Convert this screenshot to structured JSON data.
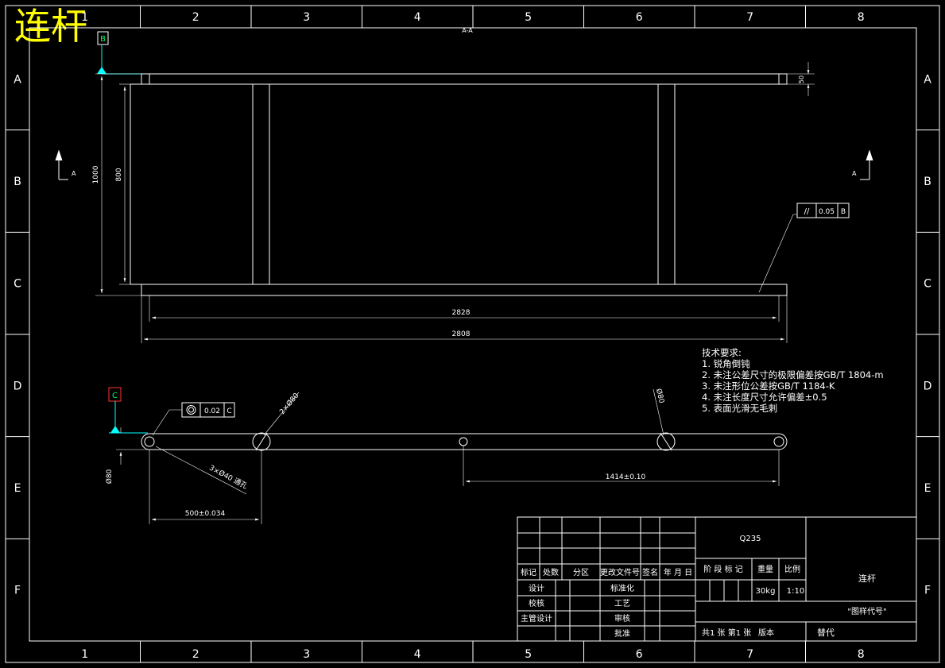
{
  "sheet_title": "连杆",
  "grid": {
    "columns": [
      "1",
      "2",
      "3",
      "4",
      "5",
      "6",
      "7",
      "8"
    ],
    "rows": [
      "A",
      "B",
      "C",
      "D",
      "E",
      "F"
    ]
  },
  "view_label": "A-A",
  "datums": {
    "b": "B",
    "c": "C"
  },
  "section_marks": {
    "left": "A",
    "right": "A"
  },
  "top_view": {
    "dim_height_total": "1000",
    "dim_height_inner": "800",
    "dim_thickness": "50",
    "dim_len_inner": "2828",
    "dim_len_total": "2808",
    "tolerance_symbol": "//",
    "tolerance_value": "0.05",
    "tolerance_datum": "B"
  },
  "bottom_view": {
    "concentric_value": "0.02",
    "concentric_datum": "C",
    "dim_holes_2": "2×Ø80",
    "dim_hole_right": "Ø80",
    "dim_holes_3": "3×Ø40 通孔",
    "dim_left_dia": "Ø80",
    "dim_spacing": "500±0.034",
    "dim_span": "1414±0.10"
  },
  "tech_notes": {
    "heading": "技术要求:",
    "items": [
      "1. 锐角倒钝",
      "2. 未注公差尺寸的极限偏差按GB/T 1804-m",
      "3. 未注形位公差按GB/T 1184-K",
      "4. 未注长度尺寸允许偏差±0.5",
      "5. 表面光滑无毛刺"
    ]
  },
  "title_block": {
    "material": "Q235",
    "rev_headers": [
      "标记",
      "处数",
      "分区",
      "更改文件号",
      "签名",
      "年 月 日"
    ],
    "sign_rows": [
      "设计",
      "校核",
      "主管设计"
    ],
    "std_rows": [
      "标准化",
      "工艺",
      "审核",
      "批准"
    ],
    "stage_label": "阶 段 标 记",
    "weight_label": "重量",
    "scale_label": "比例",
    "weight": "30kg",
    "scale": "1:10",
    "part_name": "连杆",
    "drawing_code": "\"图样代号\"",
    "sheets": "共1 张  第1 张",
    "version": "版本",
    "replace": "替代"
  }
}
